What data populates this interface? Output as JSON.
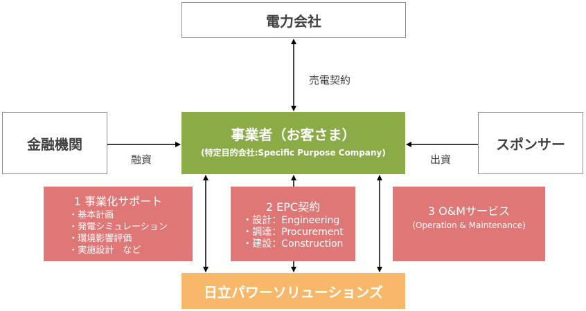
{
  "nodes": {
    "power_company": "電力会社",
    "finance": "金融機関",
    "sponsor": "スポンサー",
    "operator_title": "事業者（お客さま）",
    "operator_sub": "(特定目的会社:Specific Purpose Company)",
    "hitachi": "日立パワーソリューションズ"
  },
  "edges": {
    "power_sale": "売電契約",
    "financing": "融資",
    "investment": "出資"
  },
  "services": [
    {
      "title": "1 事業化サポート",
      "items": [
        "・基本計画",
        "・発電シミュレーション",
        "・環境影響評価",
        "・実施設計　など"
      ]
    },
    {
      "title": "2 EPC契約",
      "items": [
        "・設計：Engineering",
        "・調達：Procurement",
        "・建設：Construction"
      ]
    },
    {
      "title": "3 O&Mサービス",
      "subtitle": "(Operation & Maintenance)"
    }
  ],
  "colors": {
    "green": "#8aab45",
    "red": "#df7777",
    "orange": "#f8b86a"
  }
}
